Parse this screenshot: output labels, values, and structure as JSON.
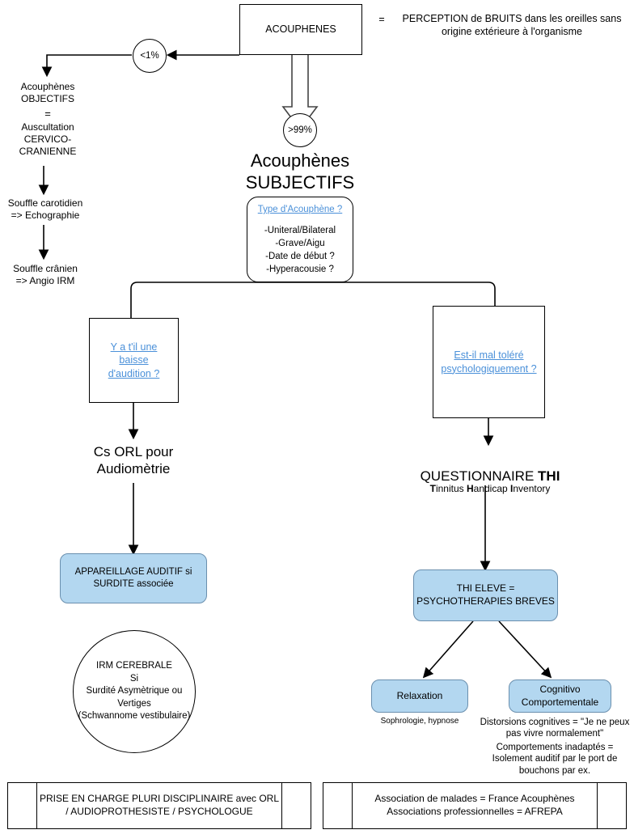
{
  "diagram": {
    "title_node": "ACOUPHENES",
    "definition": "PERCEPTION de BRUITS dans les oreilles sans\norigine extérieure à l'organisme",
    "equals_sign": "=",
    "objective_branch": {
      "percent": "<1%",
      "label": "Acouphènes\nOBJECTIFS",
      "equals": "=",
      "exam": "Auscultation\nCERVICO-\nCRANIENNE",
      "step1": "Souffle carotidien\n=> Echographie",
      "step2": "Souffle crânien\n=> Angio IRM"
    },
    "subjective_branch": {
      "percent": ">99%",
      "title_line1": "Acouphènes",
      "title_line2": "SUBJECTIFS",
      "type_box": {
        "heading": "Type d'Acouphène ?",
        "items": "-Uniteral/Bilateral\n-Grave/Aigu\n-Date de début ?\n-Hyperacousie ?"
      }
    },
    "left_decision": "Y a t'il une\nbaisse\nd'audition ?",
    "right_decision": "Est-il mal toléré\npsychologiquement ?",
    "left_path": {
      "consult": "Cs ORL pour\nAudiomètrie",
      "appareillage": "APPAREILLAGE AUDITIF si\nSURDITE associée",
      "irm_circle": "IRM CEREBRALE\nSi\nSurdité Asymètrique ou\nVertiges\n(Schwannome vestibulaire)"
    },
    "right_path": {
      "questionnaire_prefix": "QUESTIONNAIRE ",
      "questionnaire_acronym": "THI",
      "expansion": [
        {
          "bold": "T",
          "rest": "innitus "
        },
        {
          "bold": "H",
          "rest": "andicap "
        },
        {
          "bold": "I",
          "rest": "nventory"
        }
      ],
      "thi_eleve": "THI ELEVE =\nPSYCHOTHERAPIES BREVES",
      "therapy_left": "Relaxation",
      "therapy_left_note": "Sophrologie, hypnose",
      "therapy_right": "Cognitivo\nComportementale",
      "therapy_right_note1": "Distorsions cognitives = \"Je ne peux\npas vivre normalement\"",
      "therapy_right_note2": "Comportements inadaptés =\nIsolement auditif par le port de\nbouchons par ex."
    },
    "footer_left": "PRISE EN CHARGE PLURI DISCIPLINAIRE avec ORL\n/ AUDIOPROTHESISTE / PSYCHOLOGUE",
    "footer_right": "Association de malades = France Acouphènes\nAssociations professionnelles = AFREPA"
  },
  "colors": {
    "accent_blue": "#b3d7f0",
    "link_blue": "#4a90d9",
    "stroke": "#000000"
  }
}
